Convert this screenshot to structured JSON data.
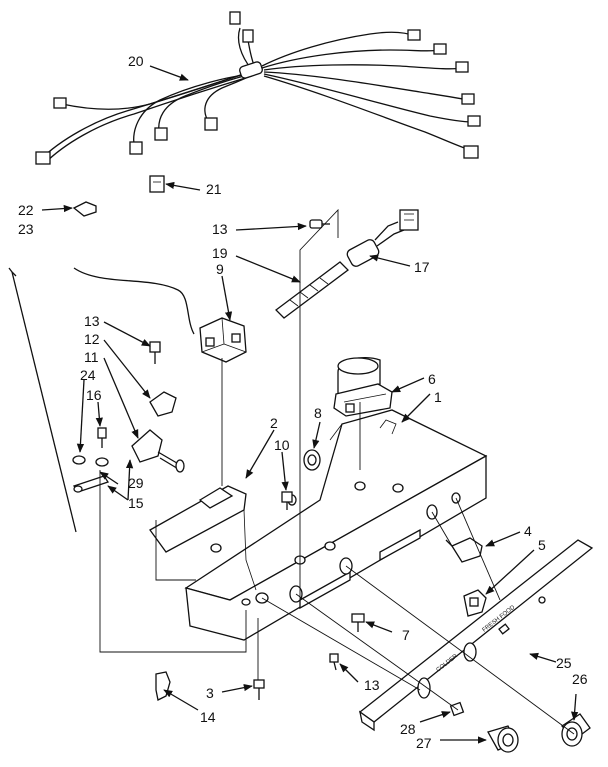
{
  "labels": {
    "p1": "1",
    "p2": "2",
    "p3": "3",
    "p4": "4",
    "p5": "5",
    "p6": "6",
    "p7": "7",
    "p8": "8",
    "p9": "9",
    "p10": "10",
    "p11": "11",
    "p12": "12",
    "p13a": "13",
    "p13b": "13",
    "p13c": "13",
    "p14": "14",
    "p15": "15",
    "p16": "16",
    "p17": "17",
    "p19": "19",
    "p20": "20",
    "p21": "21",
    "p22": "22",
    "p23": "23",
    "p24": "24",
    "p25": "25",
    "p26": "26",
    "p27": "27",
    "p28": "28",
    "p29": "29"
  }
}
